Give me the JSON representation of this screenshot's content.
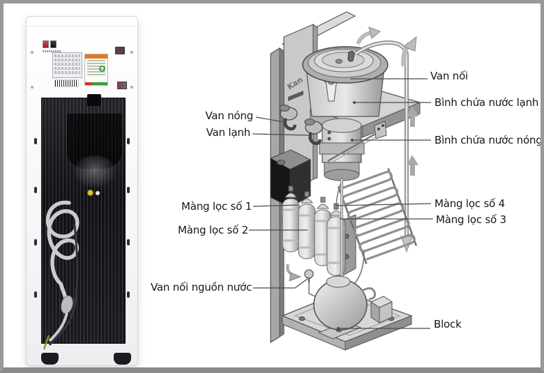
{
  "page": {
    "background_color": "#ffffff",
    "border_color": "#98989d"
  },
  "diagram": {
    "brand": "Kan",
    "labels": {
      "van_nong": "Van nóng",
      "van_lanh": "Van lạnh",
      "mang_loc_so_1": "Màng lọc số 1",
      "mang_loc_so_2": "Màng lọc số 2",
      "van_noi_nguon_nuoc": "Van nối nguồn nước",
      "van_noi": "Van nối",
      "binh_chua_nuoc_lanh": "Bình chứa nước lạnh",
      "binh_chua_nuoc_nong": "Bình chứa nước nóng",
      "mang_loc_so_4": "Màng lọc số 4",
      "mang_loc_so_3": "Màng lọc số 3",
      "block": "Block"
    }
  },
  "photo": {
    "accent_colors": {
      "switch_red": "#c23a4e",
      "energy_label_orange": "#e87722",
      "energy_label_green": "#3a9c3a",
      "valve_dot_yellow": "#e3c322"
    }
  }
}
